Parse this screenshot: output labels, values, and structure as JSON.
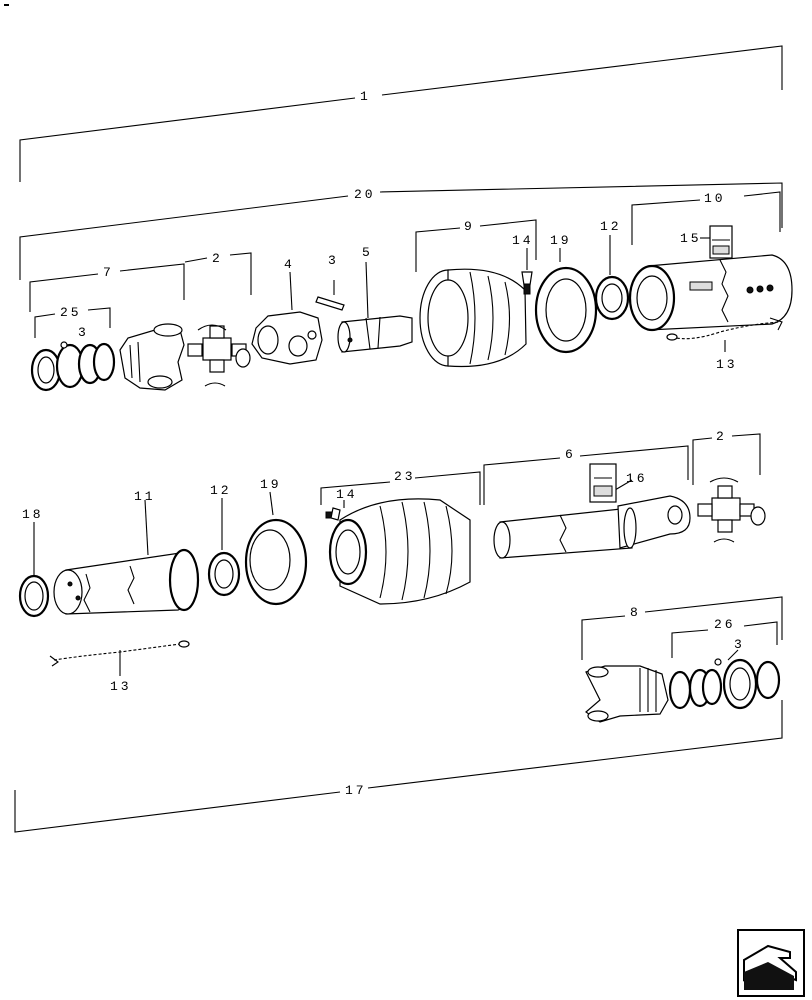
{
  "callouts": {
    "c1": "1",
    "c20": "20",
    "c7": "7",
    "c2a": "2",
    "c25": "25",
    "c3a": "3",
    "c4": "4",
    "c3b": "3",
    "c5": "5",
    "c9": "9",
    "c14a": "14",
    "c19a": "19",
    "c12a": "12",
    "c10": "10",
    "c15": "15",
    "c13a": "13",
    "c18": "18",
    "c11": "11",
    "c12b": "12",
    "c19b": "19",
    "c14b": "14",
    "c23": "23",
    "c6": "6",
    "c16": "16",
    "c2b": "2",
    "c13b": "13",
    "c8": "8",
    "c26": "26",
    "c3c": "3",
    "c17": "17"
  },
  "nav": {
    "icon": "next-page-arrow-icon"
  }
}
